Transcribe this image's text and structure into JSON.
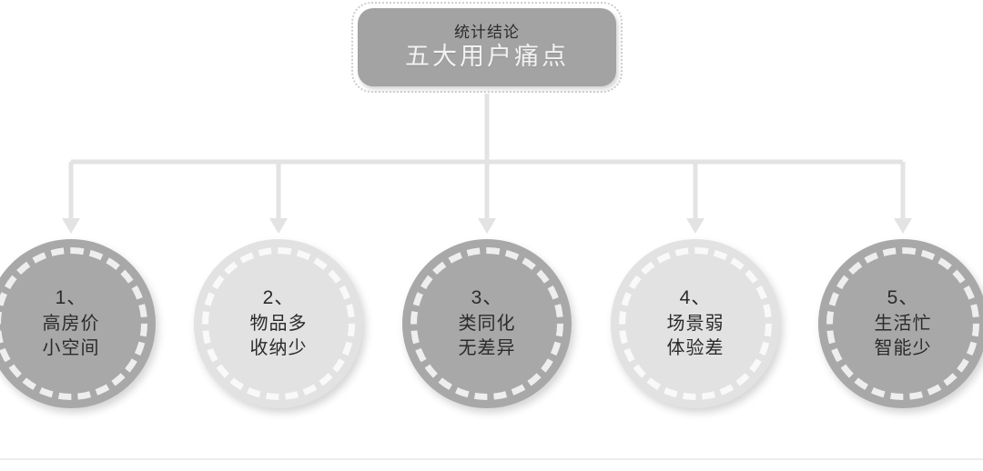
{
  "diagram": {
    "title_box": {
      "subtitle": "统计结论",
      "title": "五大用户痛点",
      "fill_color": "#a3a3a3",
      "border_color": "#cfcfcf"
    },
    "nodes": [
      {
        "number": "1、",
        "line1": "高房价",
        "line2": "小空间",
        "fill_color": "#a8a8a8",
        "ring_color": "#f4f4f4"
      },
      {
        "number": "2、",
        "line1": "物品多",
        "line2": "收纳少",
        "fill_color": "#e2e2e2",
        "ring_color": "#fbfbfb"
      },
      {
        "number": "3、",
        "line1": "类同化",
        "line2": "无差异",
        "fill_color": "#a8a8a8",
        "ring_color": "#f4f4f4"
      },
      {
        "number": "4、",
        "line1": "场景弱",
        "line2": "体验差",
        "fill_color": "#e2e2e2",
        "ring_color": "#fbfbfb"
      },
      {
        "number": "5、",
        "line1": "生活忙",
        "line2": "智能少",
        "fill_color": "#a8a8a8",
        "ring_color": "#f4f4f4"
      }
    ],
    "connector": {
      "color": "#e3e3e3",
      "branch_count": 5
    },
    "footer_rule_color": "#ececec"
  }
}
